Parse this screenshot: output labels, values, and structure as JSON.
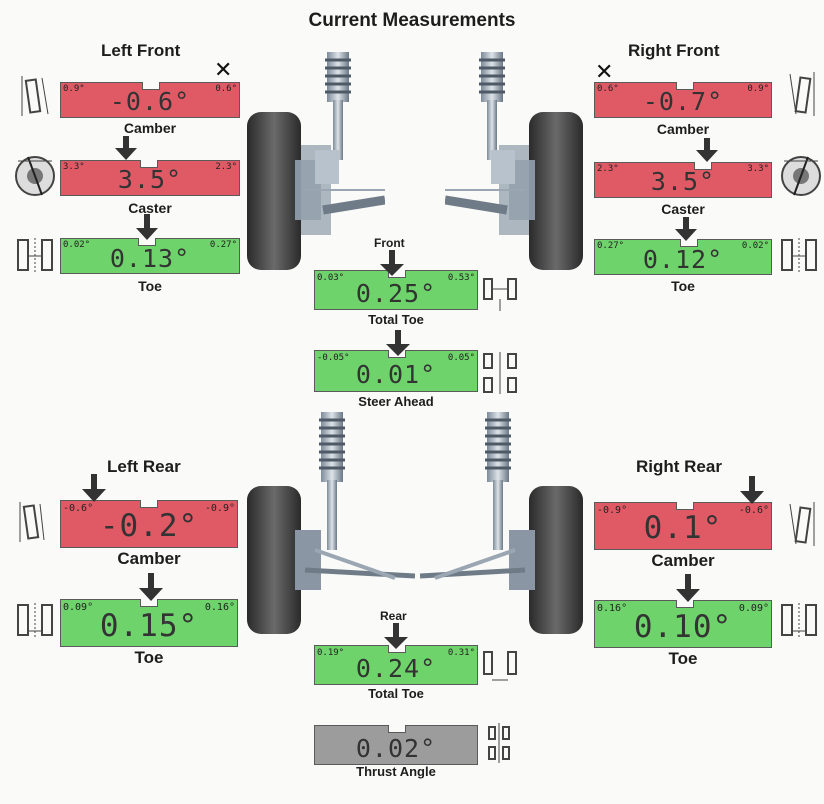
{
  "title": "Current Measurements",
  "corners": {
    "left_front": "Left Front",
    "right_front": "Right Front",
    "left_rear": "Left Rear",
    "right_rear": "Right Rear"
  },
  "section_labels": {
    "front": "Front",
    "rear": "Rear"
  },
  "gauges": {
    "lf_camber": {
      "min": "0.9°",
      "max": "0.6°",
      "value": "-0.6°",
      "label": "Camber",
      "status": "out",
      "color": "#e05a66"
    },
    "lf_caster": {
      "min": "3.3°",
      "max": "2.3°",
      "value": "3.5°",
      "label": "Caster",
      "status": "out",
      "color": "#e05a66"
    },
    "lf_toe": {
      "min": "0.02°",
      "max": "0.27°",
      "value": "0.13°",
      "label": "Toe",
      "status": "in",
      "color": "#6dd36a"
    },
    "rf_camber": {
      "min": "0.6°",
      "max": "0.9°",
      "value": "-0.7°",
      "label": "Camber",
      "status": "out",
      "color": "#e05a66"
    },
    "rf_caster": {
      "min": "2.3°",
      "max": "3.3°",
      "value": "3.5°",
      "label": "Caster",
      "status": "out",
      "color": "#e05a66"
    },
    "rf_toe": {
      "min": "0.27°",
      "max": "0.02°",
      "value": "0.12°",
      "label": "Toe",
      "status": "in",
      "color": "#6dd36a"
    },
    "front_total_toe": {
      "min": "0.03°",
      "max": "0.53°",
      "value": "0.25°",
      "label": "Total Toe",
      "status": "in",
      "color": "#6dd36a"
    },
    "steer_ahead": {
      "min": "-0.05°",
      "max": "0.05°",
      "value": "0.01°",
      "label": "Steer Ahead",
      "status": "in",
      "color": "#6dd36a"
    },
    "lr_camber": {
      "min": "-0.6°",
      "max": "-0.9°",
      "value": "-0.2°",
      "label": "Camber",
      "status": "out",
      "color": "#e05a66"
    },
    "lr_toe": {
      "min": "0.09°",
      "max": "0.16°",
      "value": "0.15°",
      "label": "Toe",
      "status": "in",
      "color": "#6dd36a"
    },
    "rr_camber": {
      "min": "-0.9°",
      "max": "-0.6°",
      "value": "0.1°",
      "label": "Camber",
      "status": "out",
      "color": "#e05a66"
    },
    "rr_toe": {
      "min": "0.16°",
      "max": "0.09°",
      "value": "0.10°",
      "label": "Toe",
      "status": "in",
      "color": "#6dd36a"
    },
    "rear_total_toe": {
      "min": "0.19°",
      "max": "0.31°",
      "value": "0.24°",
      "label": "Total Toe",
      "status": "in",
      "color": "#6dd36a"
    },
    "thrust_angle": {
      "value": "0.02°",
      "label": "Thrust Angle",
      "status": "neutral",
      "color": "#9c9c9c"
    }
  },
  "icons": {
    "not_adjustable": "x-mark-icon",
    "camber": "camber-diagram-icon",
    "caster": "caster-diagram-icon",
    "toe": "toe-diagram-icon",
    "total_toe": "total-toe-diagram-icon",
    "steer_ahead": "steer-ahead-diagram-icon",
    "thrust": "thrust-angle-diagram-icon",
    "suspension": "suspension-assembly-illustration"
  }
}
